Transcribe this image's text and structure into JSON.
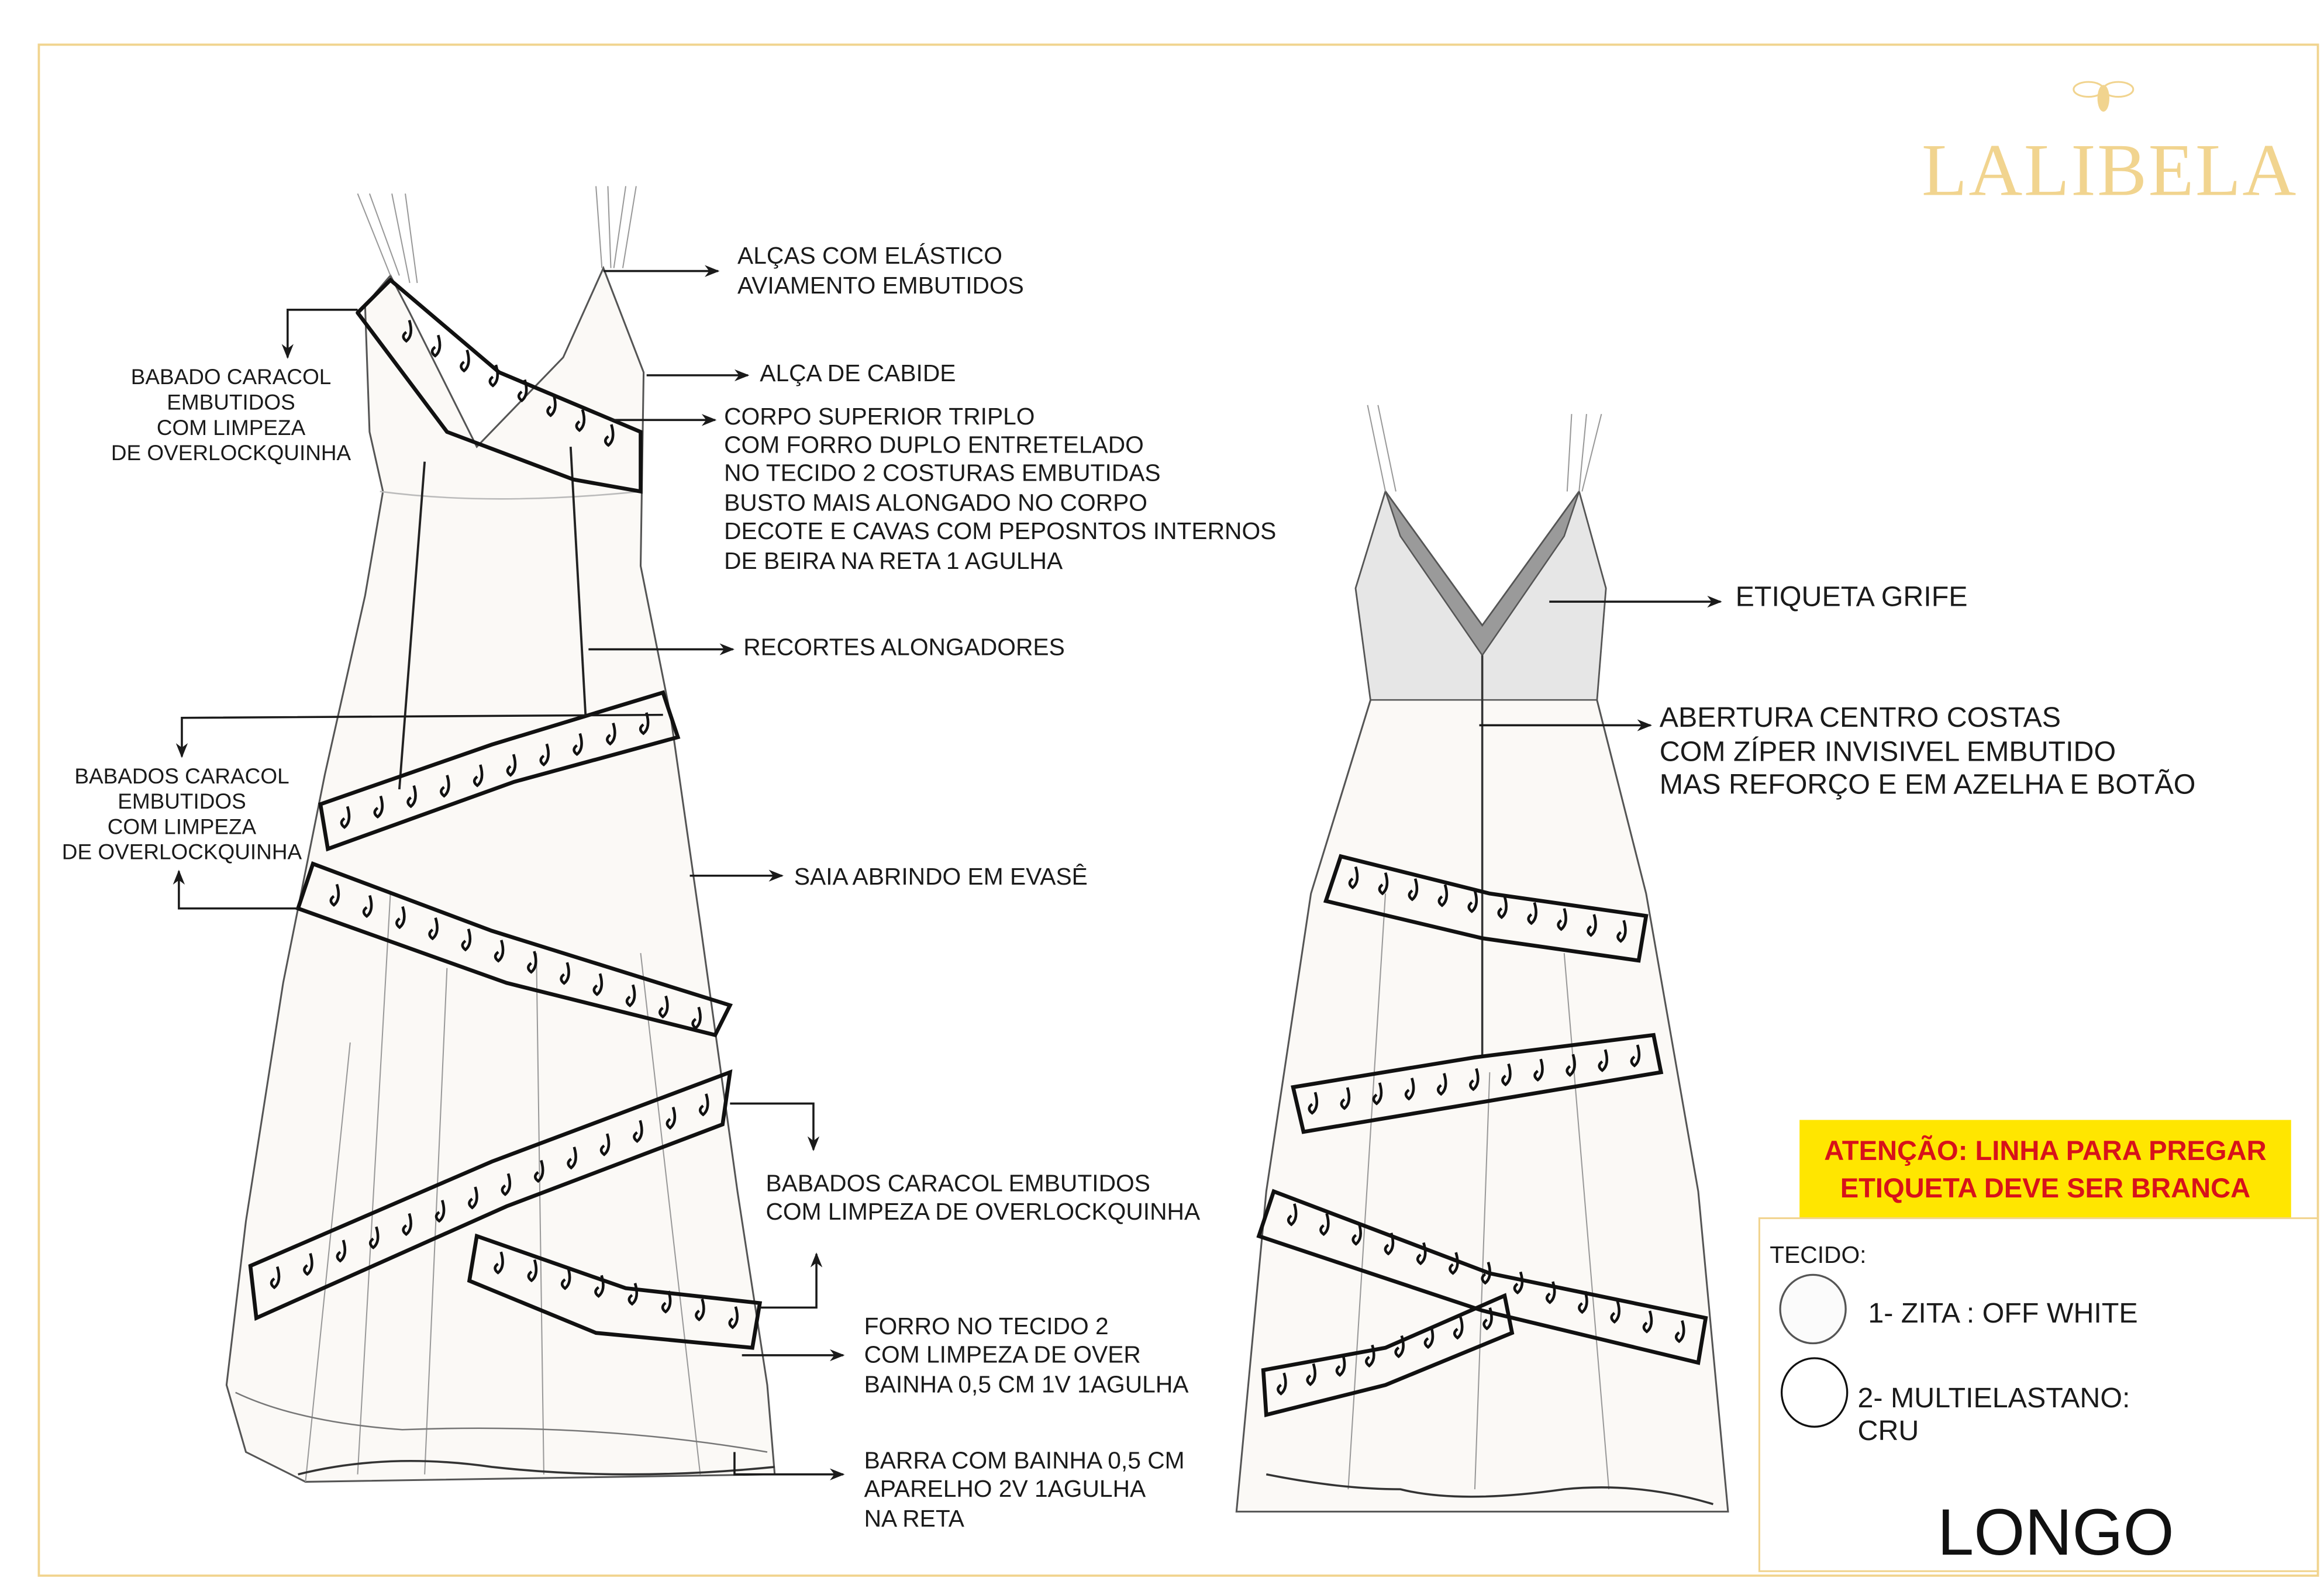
{
  "brand": {
    "name": "LALIBELA",
    "logo_icon": "bee-icon"
  },
  "front_labels": {
    "alcas": [
      "ALÇAS COM ELÁSTICO",
      "AVIAMENTO EMBUTIDOS"
    ],
    "cabide": "ALÇA DE CABIDE",
    "corpo": [
      "CORPO SUPERIOR TRIPLO",
      "COM FORRO DUPLO ENTRETELADO",
      "NO TECIDO 2 COSTURAS EMBUTIDAS",
      "BUSTO MAIS ALONGADO NO CORPO",
      "DECOTE E CAVAS COM PEPOSNTOS INTERNOS",
      "DE BEIRA NA RETA 1 AGULHA"
    ],
    "babado_top": [
      "BABADO CARACOL",
      "EMBUTIDOS",
      "COM LIMPEZA",
      "DE OVERLOCKQUINHA"
    ],
    "recortes": "RECORTES ALONGADORES",
    "babados_mid": [
      "BABADOS CARACOL",
      "EMBUTIDOS",
      "COM LIMPEZA",
      "DE OVERLOCKQUINHA"
    ],
    "saia": "SAIA ABRINDO EM EVASÊ",
    "babados_low": [
      "BABADOS CARACOL EMBUTIDOS",
      "COM LIMPEZA DE OVERLOCKQUINHA"
    ],
    "forro": [
      "FORRO NO TECIDO 2",
      "COM LIMPEZA DE OVER",
      "BAINHA 0,5 CM 1V 1AGULHA"
    ],
    "barra": [
      "BARRA COM BAINHA 0,5 CM",
      "APARELHO 2V 1AGULHA",
      "NA RETA"
    ]
  },
  "back_labels": {
    "etiqueta": "ETIQUETA GRIFE",
    "abertura": [
      "ABERTURA CENTRO COSTAS",
      "COM ZÍPER INVISIVEL EMBUTIDO",
      "MAS REFORÇO E EM AZELHA E BOTÃO"
    ]
  },
  "warning": [
    "ATENÇÃO: LINHA PARA PREGAR",
    "ETIQUETA DEVE SER BRANCA"
  ],
  "fabric": {
    "title": "TECIDO:",
    "items": [
      {
        "label": "1- ZITA : OFF WHITE",
        "swatch": "#fbfbfb"
      },
      {
        "label": "2- MULTIELASTANO:",
        "label2": "CRU",
        "swatch": "#ffffff"
      }
    ]
  },
  "model": "LONGO",
  "colors": {
    "frame": "#f1d48f",
    "warning_bg": "#ffe600",
    "warning_text": "#d7121a"
  }
}
